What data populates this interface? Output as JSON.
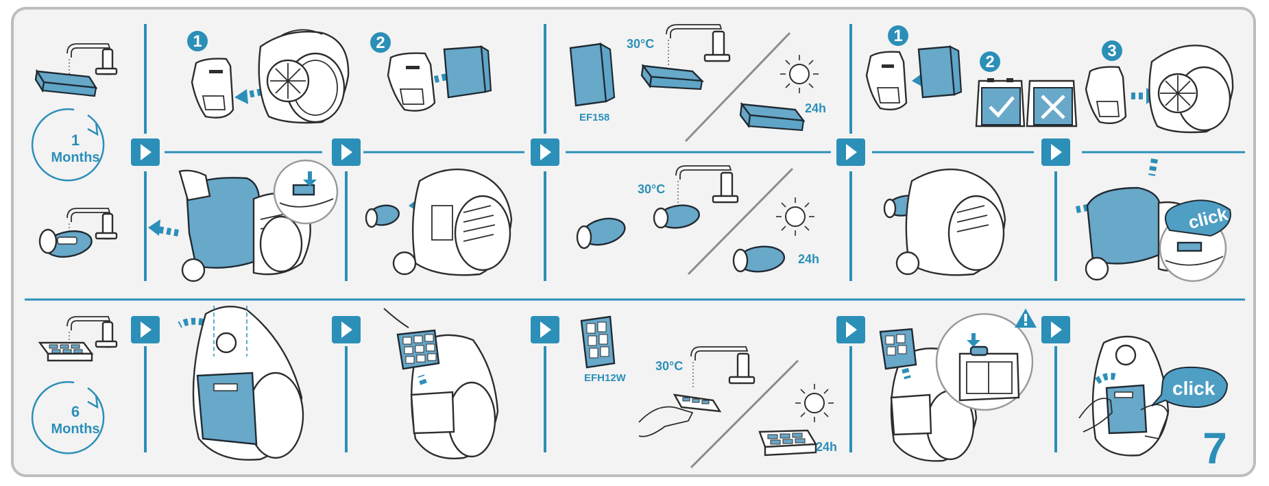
{
  "page": {
    "page_number": "7",
    "temperature_label": "30°C",
    "dry_time_label": "24h",
    "click_label": "click"
  },
  "intervals": [
    {
      "value": "1",
      "unit": "Months"
    },
    {
      "value": "6",
      "unit": "Months"
    }
  ],
  "filters": {
    "motor_filter_code": "EF158",
    "exhaust_filter_code": "EFH12W"
  },
  "step_numbers": {
    "top_left_1": "1",
    "top_left_2": "2",
    "top_right_1": "1",
    "top_right_2": "2",
    "top_right_3": "3"
  },
  "colors": {
    "accent": "#2b8fb8",
    "part_fill": "#68a8c9",
    "frame_border": "#bdbdbd",
    "background": "#f3f3f3"
  },
  "icons": [
    "faucet-icon",
    "sun-icon",
    "next-arrow-icon",
    "checkmark-icon",
    "cross-icon",
    "warning-icon",
    "cycle-arrow-icon"
  ]
}
